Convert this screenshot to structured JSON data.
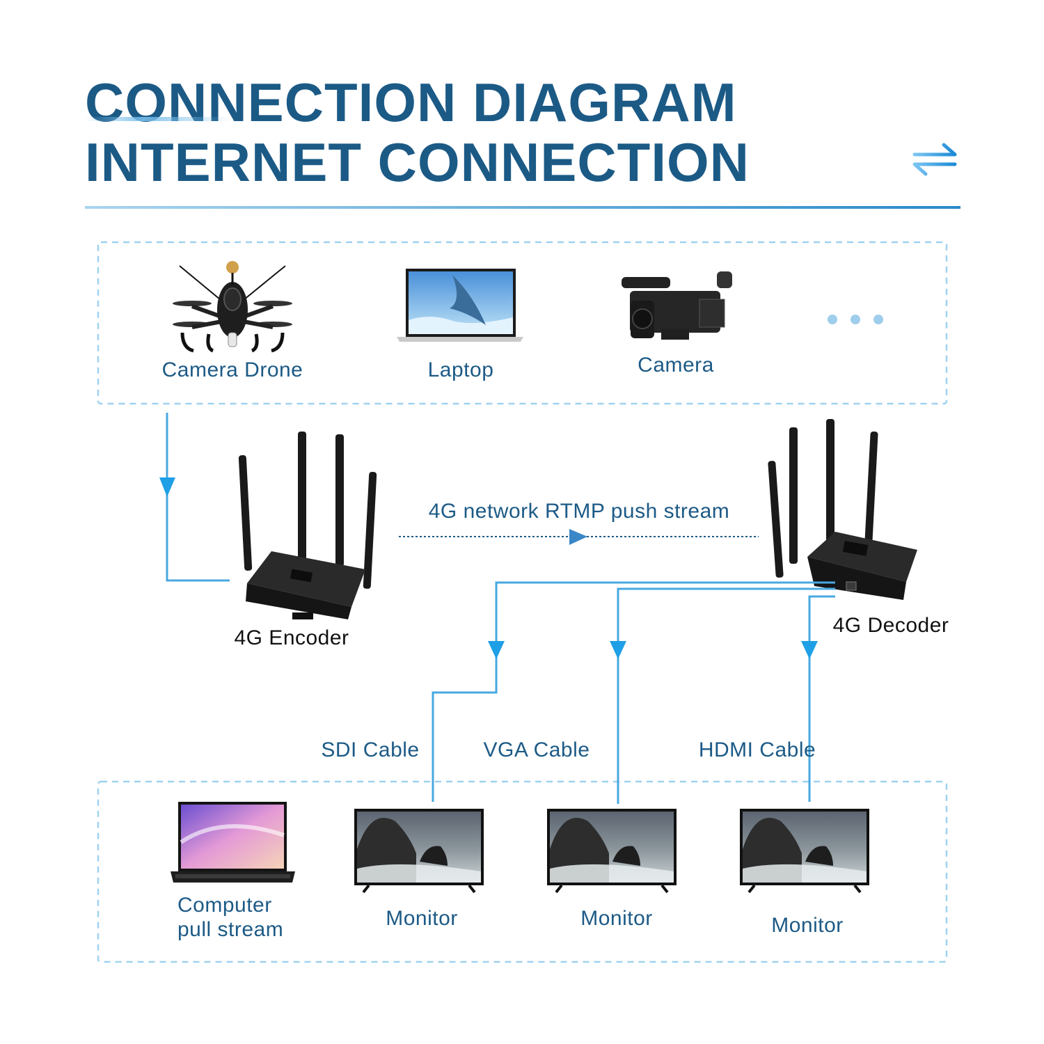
{
  "header": {
    "title_line1": "CONNECTION DIAGRAM",
    "title_line2": "INTERNET CONNECTION",
    "corner_icon": "swap-arrows-icon"
  },
  "sources": [
    {
      "label": "Camera Drone",
      "icon": "drone-icon"
    },
    {
      "label": "Laptop",
      "icon": "laptop-icon"
    },
    {
      "label": "Camera",
      "icon": "camcorder-icon"
    },
    {
      "icon": "more-dots-icon"
    }
  ],
  "encoder": {
    "label": "4G Encoder",
    "icon": "router-icon"
  },
  "decoder": {
    "label": "4G Decoder",
    "icon": "router-icon"
  },
  "stream_label": "4G network RTMP push stream",
  "cables": {
    "sdi": "SDI Cable",
    "vga": "VGA Cable",
    "hdmi": "HDMI Cable"
  },
  "outputs": [
    {
      "label_line1": "Computer",
      "label_line2": "pull stream",
      "icon": "laptop-icon"
    },
    {
      "label": "Monitor",
      "icon": "monitor-icon"
    },
    {
      "label": "Monitor",
      "icon": "monitor-icon"
    },
    {
      "label": "Monitor",
      "icon": "monitor-icon"
    }
  ],
  "colors": {
    "title": "#1c5a86",
    "line": "#48a8e0",
    "arrow": "#1fa0e6",
    "dash": "#9fd1ef"
  }
}
